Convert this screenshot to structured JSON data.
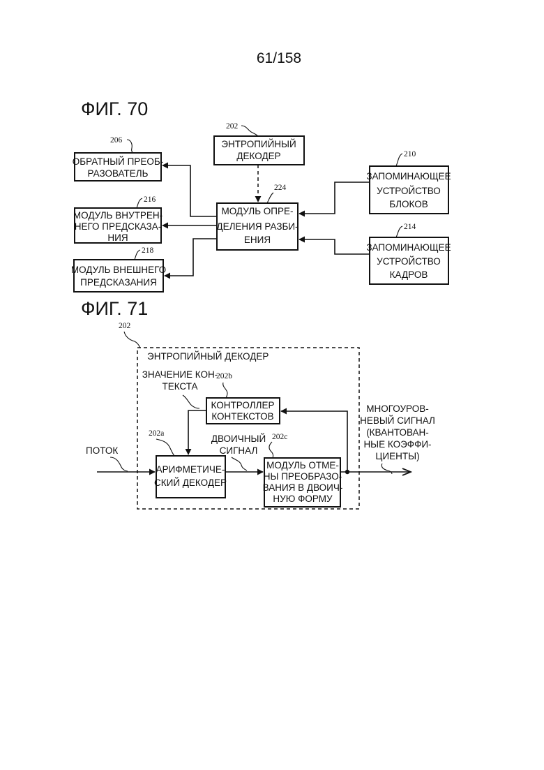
{
  "page_number": "61/158",
  "fig70": {
    "title": "ФИГ. 70",
    "entropy_decoder": {
      "ref": "202",
      "lines": [
        "ЭНТРОПИЙНЫЙ",
        "ДЕКОДЕР"
      ]
    },
    "split_module": {
      "ref": "224",
      "lines": [
        "МОДУЛЬ ОПРЕ-",
        "ДЕЛЕНИЯ РАЗБИ-",
        "ЕНИЯ"
      ]
    },
    "inverse_transformer": {
      "ref": "206",
      "lines": [
        "ОБРАТНЫЙ ПРЕОБ-",
        "РАЗОВАТЕЛЬ"
      ]
    },
    "intra_predictor": {
      "ref": "216",
      "lines": [
        "МОДУЛЬ ВНУТРЕН-",
        "НЕГО ПРЕДСКАЗА-",
        "НИЯ"
      ]
    },
    "inter_predictor": {
      "ref": "218",
      "lines": [
        "МОДУЛЬ ВНЕШНЕГО",
        "ПРЕДСКАЗАНИЯ"
      ]
    },
    "block_memory": {
      "ref": "210",
      "lines": [
        "ЗАПОМИНАЮЩЕЕ",
        "УСТРОЙСТВО",
        "БЛОКОВ"
      ]
    },
    "frame_memory": {
      "ref": "214",
      "lines": [
        "ЗАПОМИНАЮЩЕЕ",
        "УСТРОЙСТВО",
        "КАДРОВ"
      ]
    }
  },
  "fig71": {
    "title": "ФИГ. 71",
    "container": {
      "ref": "202",
      "label": "ЭНТРОПИЙНЫЙ ДЕКОДЕР"
    },
    "context_value": [
      "ЗНАЧЕНИЕ КОН-",
      "ТЕКСТА"
    ],
    "context_controller": {
      "ref": "202b",
      "lines": [
        "КОНТРОЛЛЕР",
        "КОНТЕКСТОВ"
      ]
    },
    "arithmetic_decoder": {
      "ref": "202a",
      "lines": [
        "АРИФМЕТИЧЕ-",
        "СКИЙ ДЕКОДЕР"
      ]
    },
    "debinarizer": {
      "ref": "202c",
      "lines": [
        "МОДУЛЬ ОТМЕ-",
        "НЫ ПРЕОБРАЗО-",
        "ВАНИЯ В ДВОИЧ-",
        "НУЮ ФОРМУ"
      ]
    },
    "binary_signal": [
      "ДВОИЧНЫЙ",
      "СИГНАЛ"
    ],
    "stream": "ПОТОК",
    "output": [
      "МНОГОУРОВ-",
      "НЕВЫЙ СИГНАЛ",
      "(КВАНТОВАН-",
      "НЫЕ КОЭФФИ-",
      "ЦИЕНТЫ)"
    ]
  }
}
